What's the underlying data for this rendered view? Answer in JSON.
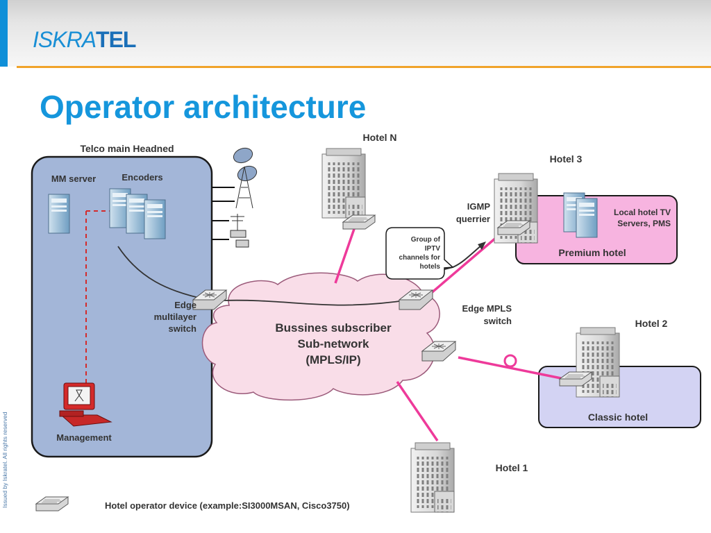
{
  "header": {
    "logo_part1": "ISKRA",
    "logo_part2": "TEL",
    "side_note": "Issued by Iskratel. All rights reserved"
  },
  "title": "Operator architecture",
  "headend": {
    "title": "Telco main Headned",
    "mm_server": "MM server",
    "encoders": "Encoders",
    "edge_switch_line1": "Edge",
    "edge_switch_line2": "multilayer",
    "edge_switch_line3": "switch",
    "management": "Management"
  },
  "cloud": {
    "line1": "Bussines subscriber",
    "line2": "Sub-network",
    "line3": "(MPLS/IP)"
  },
  "callout": {
    "line1": "Group of",
    "line2": "IPTV",
    "line3": "channels for",
    "line4": "hotels"
  },
  "igmp": {
    "line1": "IGMP",
    "line2": "querrier"
  },
  "edge_mpls": {
    "line1": "Edge MPLS",
    "line2": "switch"
  },
  "hotels": {
    "hotel_n": "Hotel N",
    "hotel_3": "Hotel 3",
    "hotel_2": "Hotel 2",
    "hotel_1": "Hotel 1"
  },
  "premium": {
    "local_line1": "Local hotel TV",
    "local_line2": "Servers, PMS",
    "label": "Premium hotel"
  },
  "classic": {
    "label": "Classic hotel"
  },
  "legend": {
    "text": "Hotel operator device (example:SI3000MSAN, Cisco3750)"
  },
  "colors": {
    "accent_blue": "#1596dc",
    "headend_fill": "#a3b6d8",
    "cloud_fill": "#f9dde8",
    "link_pink": "#ee3a9a",
    "premium_fill": "#f7b4e0",
    "classic_fill": "#d3d3f3",
    "dashed_red": "#d42a2a"
  }
}
